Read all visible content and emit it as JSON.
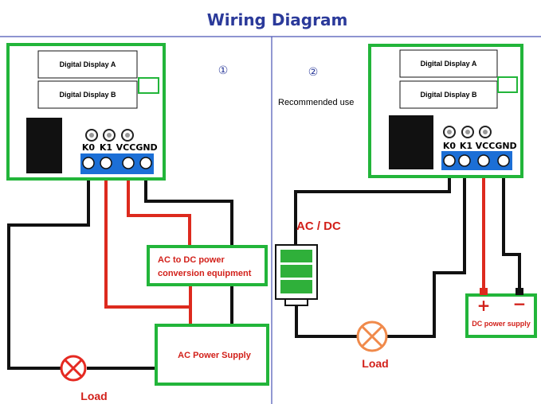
{
  "title": "Wiring Diagram",
  "panel1": {
    "marker": "①",
    "display_a": "Digital Display A",
    "display_b": "Digital Display B",
    "pins": [
      "K0",
      "K1",
      "VCC",
      "GND"
    ],
    "converter_line1": "AC to DC power",
    "converter_line2": "conversion equipment",
    "ac_supply": "AC Power Supply",
    "load": "Load"
  },
  "panel2": {
    "marker": "②",
    "recommended": "Recommended use",
    "display_a": "Digital Display A",
    "display_b": "Digital Display B",
    "pins": [
      "K0",
      "K1",
      "VCC",
      "GND"
    ],
    "acdc_label": "AC / DC",
    "plus": "+",
    "minus": "−",
    "dc_supply": "DC power supply",
    "load": "Load"
  },
  "colors": {
    "board_green": "#22b53a",
    "terminal_blue": "#1c6fd6",
    "wire_red": "#dd2a1e",
    "wire_black": "#111111",
    "title_blue": "#2b3a9a",
    "lamp_orange": "#f08a4b",
    "lamp_red": "#e52a22",
    "divider_blue": "#4a55b5"
  }
}
